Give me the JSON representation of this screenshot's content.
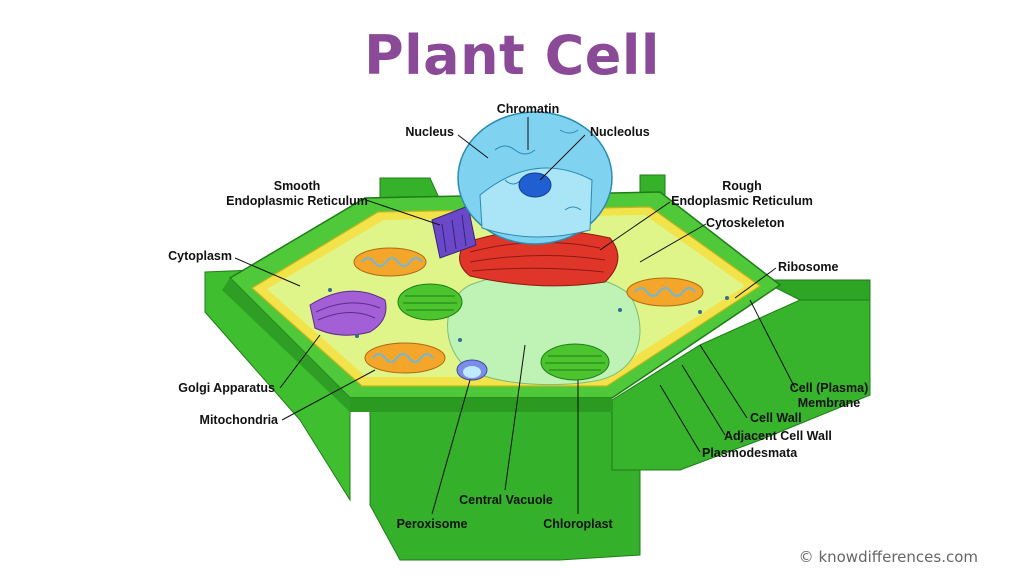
{
  "title": "Plant Cell",
  "labels": {
    "chromatin": "Chromatin",
    "nucleus": "Nucleus",
    "nucleolus": "Nucleolus",
    "smooth_er_line1": "Smooth",
    "smooth_er_line2": "Endoplasmic Reticulum",
    "rough_er_line1": "Rough",
    "rough_er_line2": "Endoplasmic Reticulum",
    "cytoskeleton": "Cytoskeleton",
    "cytoplasm": "Cytoplasm",
    "ribosome": "Ribosome",
    "cell_membrane_line1": "Cell (Plasma)",
    "cell_membrane_line2": "Membrane",
    "golgi": "Golgi Apparatus",
    "mitochondria": "Mitochondria",
    "cell_wall": "Cell Wall",
    "adjacent_cell_wall": "Adjacent Cell Wall",
    "plasmodesmata": "Plasmodesmata",
    "central_vacuole": "Central Vacuole",
    "peroxisome": "Peroxisome",
    "chloroplast": "Chloroplast"
  },
  "copyright": "© knowdifferences.com",
  "colors": {
    "title": "#8b4a97",
    "cell_wall": "#36b12a",
    "membrane": "#f3e34a",
    "cytoplasm": "#dff58a",
    "vacuole": "#bff2b5",
    "nucleus": "#7fd3f0",
    "rough_er": "#e0362a",
    "golgi": "#a35fd6",
    "mitochondria": "#f4a62a",
    "chloroplast": "#4cc42e"
  }
}
